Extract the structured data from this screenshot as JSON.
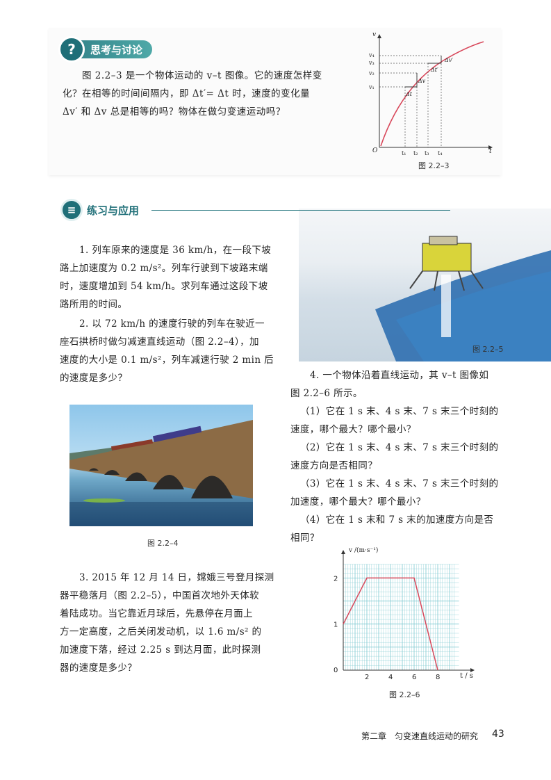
{
  "discussion": {
    "title": "思考与讨论",
    "text_lines": [
      "图 2.2–3 是一个物体运动的 v–t 图像。它的速度怎样变",
      "化？在相等的时间间隔内，即 Δt′= Δt 时，速度的变化量",
      "Δv′ 和 Δv 总是相等的吗？物体在做匀变速运动吗？"
    ],
    "figure": {
      "caption": "图 2.2–3",
      "axis_v": "v",
      "axis_t": "t",
      "origin": "O",
      "v_labels": [
        "v₄",
        "v₃",
        "v₂",
        "v₁"
      ],
      "t_labels": [
        "t₁",
        "t₂",
        "t₃",
        "t₄"
      ],
      "delta_labels": [
        "Δv′",
        "Δt′",
        "Δv",
        "Δt"
      ]
    }
  },
  "practice": {
    "title": "练习与应用",
    "q1_lines": [
      "1. 列车原来的速度是 36 km/h，在一段下坡",
      "路上加速度为 0.2 m/s²。列车行驶到下坡路末端",
      "时，速度增加到 54 km/h。求列车通过这段下坡",
      "路所用的时间。"
    ],
    "q2_lines": [
      "2. 以 72 km/h 的速度行驶的列车在驶近一",
      "座石拱桥时做匀减速直线运动（图 2.2–4），加",
      "速度的大小是 0.1 m/s²，列车减速行驶 2 min 后",
      "的速度是多少？"
    ],
    "fig4_caption": "图 2.2–4",
    "q3_lines": [
      "3. 2015 年 12 月 14 日，嫦娥三号登月探测",
      "器平稳落月（图 2.2–5），中国首次地外天体软",
      "着陆成功。当它靠近月球后，先悬停在月面上",
      "方一定高度，之后关闭发动机，以 1.6 m/s² 的",
      "加速度下落，经过 2.25 s 到达月面，此时探测",
      "器的速度是多少？"
    ],
    "fig5_caption": "图 2.2–5",
    "q4_lines": [
      "4. 一个物体沿着直线运动，其 v–t 图像如",
      "图 2.2–6 所示。",
      "（1）它在 1 s 末、4 s 末、7 s 末三个时刻的",
      "速度，哪个最大？哪个最小？",
      "（2）它在 1 s 末、4 s 末、7 s 末三个时刻的",
      "速度方向是否相同？",
      "（3）它在 1 s 末、4 s 末、7 s 末三个时刻的",
      "加速度，哪个最大？哪个最小？",
      "（4）它在 1 s 末和 7 s 末的加速度方向是否",
      "相同？"
    ],
    "fig6_caption": "图 2.2–6"
  },
  "chart_data": {
    "type": "line",
    "title": "",
    "xlabel": "t / s",
    "ylabel": "v /(m·s⁻¹)",
    "x_ticks": [
      0,
      2,
      4,
      6,
      8
    ],
    "y_ticks": [
      0,
      1,
      2
    ],
    "xlim": [
      0,
      10
    ],
    "ylim": [
      0,
      2.5
    ],
    "grid": true,
    "series": [
      {
        "x": [
          0,
          2,
          6,
          8
        ],
        "y": [
          1,
          2,
          2,
          0
        ]
      }
    ]
  },
  "footer": {
    "chapter": "第二章　匀变速直线运动的研究",
    "page": "43"
  },
  "colors": {
    "accent": "#2d7b83",
    "curve": "#d8475a",
    "grid": "#7cc8d0"
  }
}
